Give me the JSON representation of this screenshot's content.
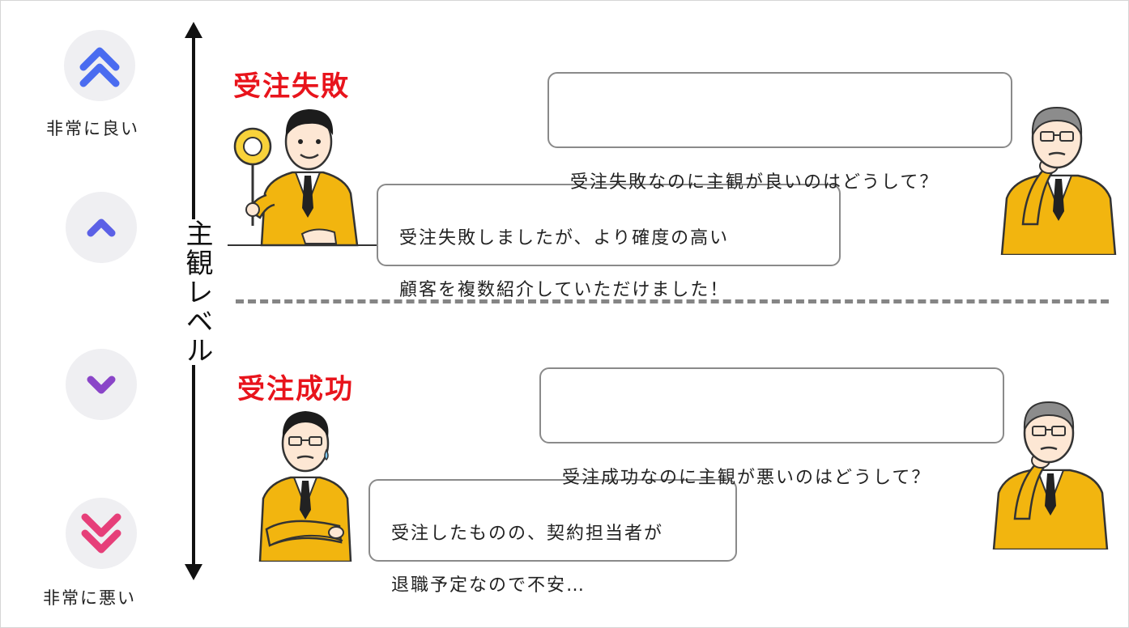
{
  "levels": {
    "very_good_label": "非常に良い",
    "very_bad_label": "非常に悪い"
  },
  "axis": {
    "label": "主観レベル"
  },
  "sections": {
    "failure": {
      "title": "受注失敗",
      "staff_comment_lines": [
        "受注失敗しましたが、より確度の高い",
        "顧客を複数紹介していただけました！"
      ],
      "boss_question": "受注失敗なのに主観が良いのはどうして？"
    },
    "success": {
      "title": "受注成功",
      "staff_comment_lines": [
        "受注したものの、契約担当者が",
        "退職予定なので不安…"
      ],
      "boss_question": "受注成功なのに主観が悪いのはどうして？"
    }
  },
  "colors": {
    "very_good": "#4a6cf0",
    "good": "#5b60e6",
    "bad": "#8a45c8",
    "very_bad": "#e63f79",
    "title_red": "#e8141c",
    "suit": "#f2b50f"
  },
  "icons": {
    "very_good": "double-chevron-up-icon",
    "good": "chevron-up-icon",
    "bad": "chevron-down-icon",
    "very_bad": "double-chevron-down-icon"
  }
}
